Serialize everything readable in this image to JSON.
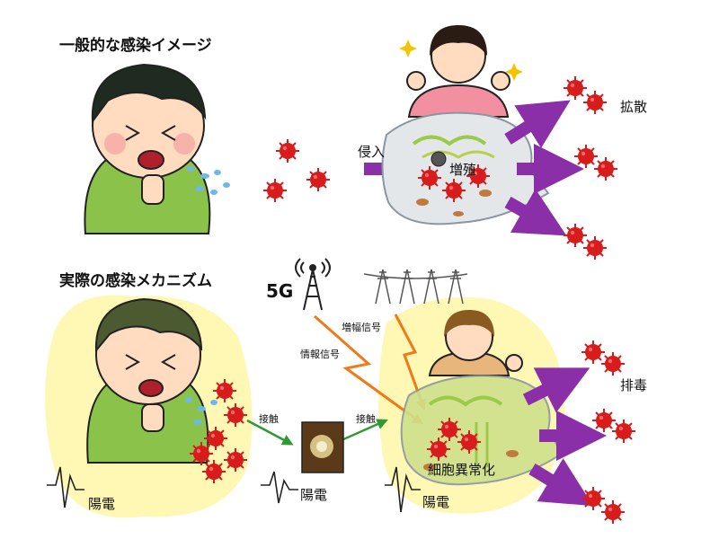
{
  "top_section": {
    "title": "一般的な感染イメージ",
    "invade_label": "侵入",
    "multiply_label": "増殖",
    "spread_label": "拡散"
  },
  "bottom_section": {
    "title": "実際の感染メカニズム",
    "signal_5g": "5G",
    "info_signal": "情報信号",
    "amp_signal": "増幅信号",
    "contact_1": "接触",
    "contact_2": "接触",
    "detox_label": "排毒",
    "cell_label": "細胞異常化",
    "positive_charge_1": "陽電",
    "positive_charge_2": "陽電",
    "positive_charge_3": "陽電"
  },
  "colors": {
    "virus": "#d81c1c",
    "arrow_purple": "#8a2fa8",
    "arrow_green": "#2f9a2f",
    "arrow_orange": "#f07a18",
    "glow": "#fff7a8",
    "cell": "#e4e7ea",
    "shirt": "#8bc34a",
    "girl_shirt": "#f28fa0"
  }
}
